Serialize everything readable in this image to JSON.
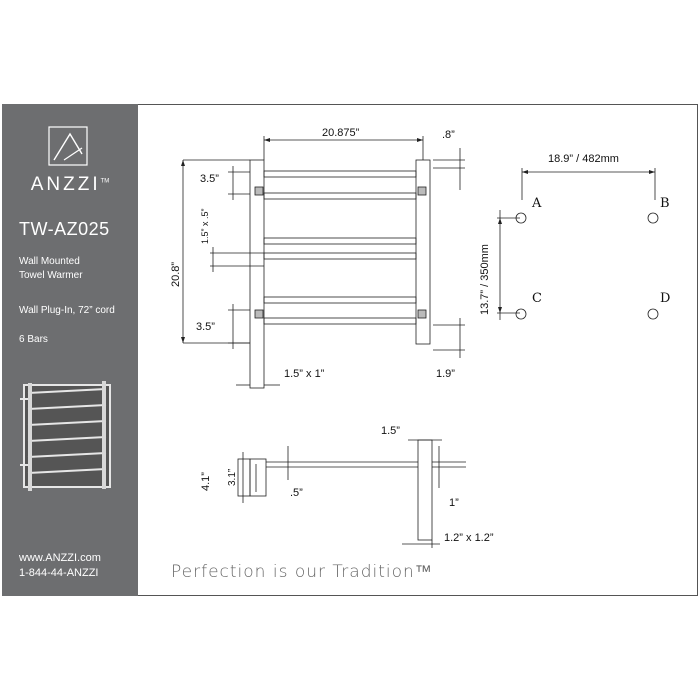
{
  "brand": {
    "name": "ANZZI",
    "trademark": "TM",
    "model": "TW-AZ025",
    "description_line1": "Wall Mounted",
    "description_line2": "Towel Warmer",
    "power": "Wall Plug-In, 72” cord",
    "bars": "6 Bars",
    "website": "www.ANZZI.com",
    "phone": "1-844-44-ANZZI"
  },
  "tagline": "Perfection is our Tradition™",
  "front_view": {
    "overall_width": "20.875”",
    "top_offset": ".8”",
    "overall_height": "20.8”",
    "top_mount": "3.5”",
    "bottom_mount": "3.5”",
    "bar_size": "1.5” x .5”",
    "post_size": "1.5” x 1”",
    "bottom_offset": "1.9”"
  },
  "mount_pattern": {
    "horizontal": "18.9” / 482mm",
    "vertical": "13.7” / 350mm",
    "point_a": "A",
    "point_b": "B",
    "point_c": "C",
    "point_d": "D"
  },
  "side_view": {
    "depth_outer": "4.1”",
    "depth_inner": "3.1”",
    "bar_thickness": ".5”",
    "post_width": "1.5”",
    "post_depth": "1”",
    "post_section": "1.2” x 1.2”"
  }
}
